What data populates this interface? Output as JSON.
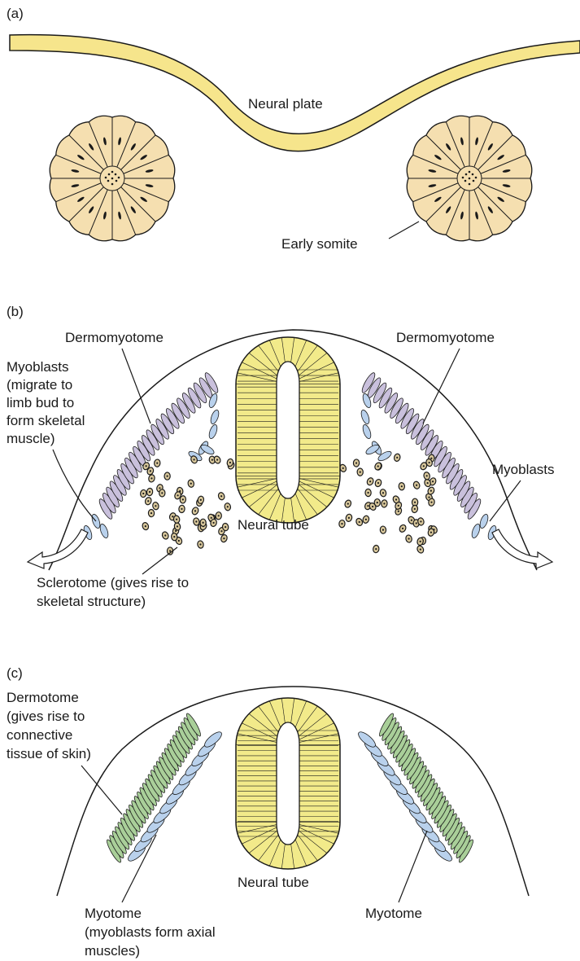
{
  "colors": {
    "neural_plate": "#f6e58c",
    "somite": "#f5dfb0",
    "neural_tube": "#f2ea8a",
    "dermomyotome": "#c9c0dc",
    "myoblast": "#b9d1ec",
    "dermotome": "#a9cf99",
    "sclerotome_cell": "#d8c79b",
    "outline": "#1a1a1a"
  },
  "panel_a": {
    "tag": "(a)",
    "neural_plate_label": "Neural plate",
    "early_somite_label": "Early somite"
  },
  "panel_b": {
    "tag": "(b)",
    "dermomyotome_left_label": "Dermomyotome",
    "dermomyotome_right_label": "Dermomyotome",
    "myoblasts_left_label": [
      "Myoblasts",
      "(migrate to",
      "limb bud to",
      "form skeletal",
      "muscle)"
    ],
    "myoblasts_right_label": "Myoblasts",
    "neural_tube_label": "Neural tube",
    "sclerotome_label": [
      "Sclerotome (gives rise to",
      "skeletal structure)"
    ]
  },
  "panel_c": {
    "tag": "(c)",
    "dermotome_label": [
      "Dermotome",
      "(gives rise to",
      "connective",
      "tissue of skin)"
    ],
    "neural_tube_label": "Neural tube",
    "myotome_left_label": [
      "Myotome",
      "(myoblasts form axial",
      "muscles)"
    ],
    "myotome_right_label": "Myotome"
  }
}
